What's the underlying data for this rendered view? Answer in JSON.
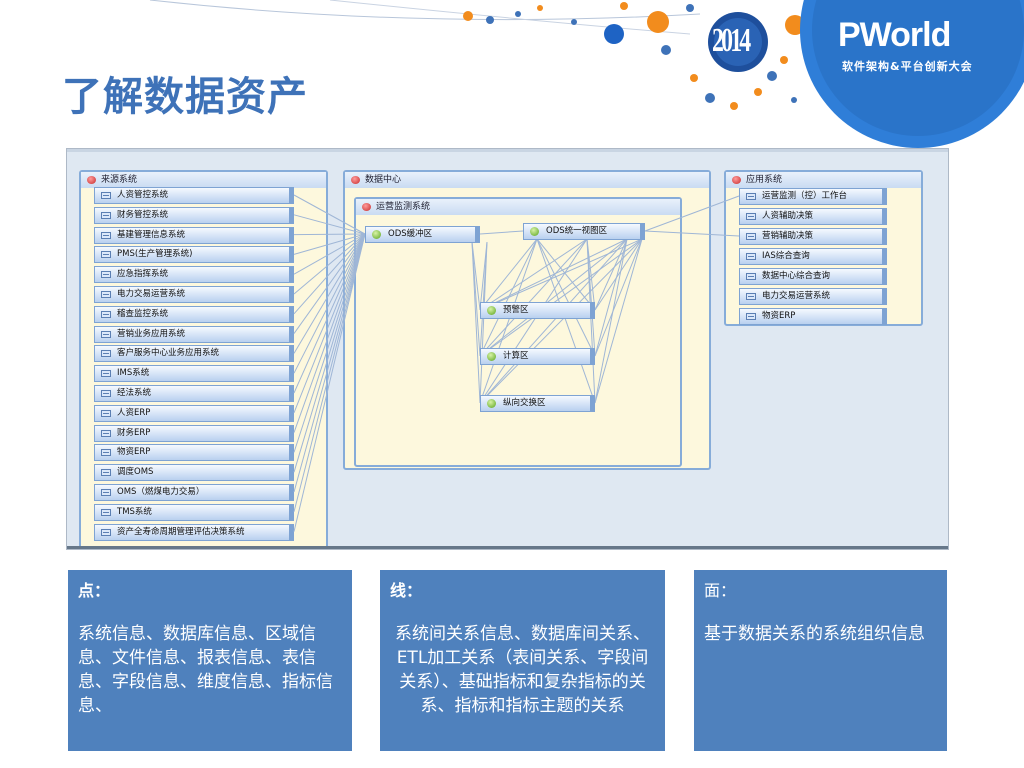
{
  "slide": {
    "title": "了解数据资产"
  },
  "brand": {
    "logo": "PWorld",
    "tagline": "软件架构&平台创新大会",
    "year": "2014",
    "colors": {
      "primary": "#3e72b8",
      "accent": "#f28c1d",
      "card": "#4f81bd"
    }
  },
  "screenshot": {
    "source_group": {
      "title": "来源系统",
      "items": [
        "人资管控系统",
        "财务管控系统",
        "基建管理信息系统",
        "PMS(生产管理系统)",
        "应急指挥系统",
        "电力交易运营系统",
        "稽查监控系统",
        "营销业务应用系统",
        "客户服务中心业务应用系统",
        "IMS系统",
        "经法系统",
        "人资ERP",
        "财务ERP",
        "物资ERP",
        "调度OMS",
        "OMS（燃煤电力交易）",
        "TMS系统",
        "资产全寿命周期管理评估决策系统"
      ]
    },
    "datacenter_group": {
      "title": "数据中心",
      "sub_title": "运营监测系统",
      "nodes": [
        "ODS缓冲区",
        "ODS统一视图区",
        "预警区",
        "计算区",
        "纵向交换区"
      ]
    },
    "app_group": {
      "title": "应用系统",
      "items": [
        "运营监测（控）工作台",
        "人资辅助决策",
        "营销辅助决策",
        "IAS综合查询",
        "数据中心综合查询",
        "电力交易运营系统",
        "物资ERP"
      ]
    }
  },
  "cards": [
    {
      "title": "点：",
      "body": "系统信息、数据库信息、区域信息、文件信息、报表信息、表信息、字段信息、维度信息、指标信息、"
    },
    {
      "title": "线：",
      "body": "系统间关系信息、数据库间关系、 ETL加工关系（表间关系、字段间关系）、基础指标和复杂指标的关系、指标和指标主题的关系"
    },
    {
      "title": "面：",
      "body": "基于数据关系的系统组织信息"
    }
  ]
}
